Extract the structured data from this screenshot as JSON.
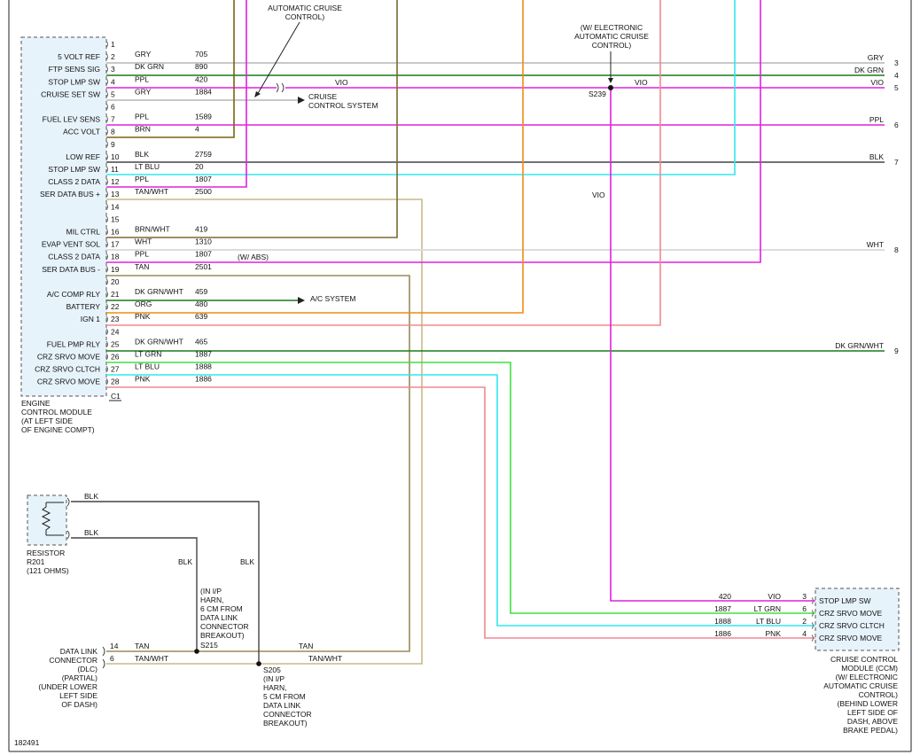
{
  "top_labels": {
    "acc_top": [
      "AUTOMATIC CRUISE",
      "CONTROL)"
    ],
    "electronic_top": [
      "(W/ ELECTRONIC",
      "AUTOMATIC CRUISE",
      "CONTROL)"
    ]
  },
  "ecm": {
    "pins": [
      {
        "n": "1",
        "func": "",
        "color": "",
        "circuit": ""
      },
      {
        "n": "2",
        "func": "5 VOLT REF",
        "color": "GRY",
        "circuit": "705"
      },
      {
        "n": "3",
        "func": "FTP SENS SIG",
        "color": "DK GRN",
        "circuit": "890"
      },
      {
        "n": "4",
        "func": "STOP LMP SW",
        "color": "PPL",
        "circuit": "420"
      },
      {
        "n": "5",
        "func": "CRUISE SET SW",
        "color": "GRY",
        "circuit": "1884"
      },
      {
        "n": "6",
        "func": "",
        "color": "",
        "circuit": ""
      },
      {
        "n": "7",
        "func": "FUEL LEV SENS",
        "color": "PPL",
        "circuit": "1589"
      },
      {
        "n": "8",
        "func": "ACC VOLT",
        "color": "BRN",
        "circuit": "4"
      },
      {
        "n": "9",
        "func": "",
        "color": "",
        "circuit": ""
      },
      {
        "n": "10",
        "func": "LOW REF",
        "color": "BLK",
        "circuit": "2759"
      },
      {
        "n": "11",
        "func": "STOP LMP SW",
        "color": "LT BLU",
        "circuit": "20"
      },
      {
        "n": "12",
        "func": "CLASS 2 DATA",
        "color": "PPL",
        "circuit": "1807"
      },
      {
        "n": "13",
        "func": "SER DATA BUS +",
        "color": "TAN/WHT",
        "circuit": "2500"
      },
      {
        "n": "14",
        "func": "",
        "color": "",
        "circuit": ""
      },
      {
        "n": "15",
        "func": "",
        "color": "",
        "circuit": ""
      },
      {
        "n": "16",
        "func": "MIL CTRL",
        "color": "BRN/WHT",
        "circuit": "419"
      },
      {
        "n": "17",
        "func": "EVAP VENT SOL",
        "color": "WHT",
        "circuit": "1310"
      },
      {
        "n": "18",
        "func": "CLASS 2 DATA",
        "color": "PPL",
        "circuit": "1807"
      },
      {
        "n": "19",
        "func": "SER DATA BUS -",
        "color": "TAN",
        "circuit": "2501"
      },
      {
        "n": "20",
        "func": "",
        "color": "",
        "circuit": ""
      },
      {
        "n": "21",
        "func": "A/C COMP RLY",
        "color": "DK GRN/WHT",
        "circuit": "459"
      },
      {
        "n": "22",
        "func": "BATTERY",
        "color": "ORG",
        "circuit": "480"
      },
      {
        "n": "23",
        "func": "IGN 1",
        "color": "PNK",
        "circuit": "639"
      },
      {
        "n": "24",
        "func": "",
        "color": "",
        "circuit": ""
      },
      {
        "n": "25",
        "func": "FUEL PMP RLY",
        "color": "DK GRN/WHT",
        "circuit": "465"
      },
      {
        "n": "26",
        "func": "CRZ SRVO MOVE",
        "color": "LT GRN",
        "circuit": "1887"
      },
      {
        "n": "27",
        "func": "CRZ SRVO CLTCH",
        "color": "LT BLU",
        "circuit": "1888"
      },
      {
        "n": "28",
        "func": "CRZ SRVO MOVE",
        "color": "PNK",
        "circuit": "1886"
      }
    ],
    "connector": "C1",
    "label": [
      "ENGINE",
      "CONTROL MODULE",
      "(AT LEFT SIDE",
      "OF ENGINE COMPT)"
    ]
  },
  "arrows": {
    "cruise": [
      "CRUISE",
      "CONTROL SYSTEM"
    ],
    "ac": "A/C SYSTEM"
  },
  "vio_labels": [
    "VIO",
    "VIO",
    "VIO"
  ],
  "s239": "S239",
  "w_abs": "(W/ ABS)",
  "right_wires": [
    {
      "color": "GRY",
      "ref": "3"
    },
    {
      "color": "DK GRN",
      "ref": "4"
    },
    {
      "color": "VIO",
      "ref": "5"
    },
    {
      "color": "PPL",
      "ref": "6"
    },
    {
      "color": "BLK",
      "ref": "7"
    },
    {
      "color": "WHT",
      "ref": "8"
    },
    {
      "color": "DK GRN/WHT",
      "ref": "9"
    }
  ],
  "resistor": {
    "label": [
      "RESISTOR",
      "R201",
      "(121 OHMS)"
    ],
    "wires": [
      "BLK",
      "BLK",
      "BLK",
      "BLK"
    ]
  },
  "s215": {
    "label": [
      "(IN I/P",
      "HARN,",
      "6 CM FROM",
      "DATA LINK",
      "CONNECTOR",
      "BREAKOUT)"
    ],
    "name": "S215"
  },
  "s205": {
    "name": "S205",
    "label": [
      "(IN I/P",
      "HARN,",
      "5 CM FROM",
      "DATA LINK",
      "CONNECTOR",
      "BREAKOUT)"
    ]
  },
  "dlc": {
    "pins": [
      {
        "n": "14",
        "color": "TAN"
      },
      {
        "n": "6",
        "color": "TAN/WHT"
      }
    ],
    "wire_right": [
      "TAN",
      "TAN/WHT"
    ],
    "label": [
      "DATA LINK",
      "CONNECTOR",
      "(DLC)",
      "(PARTIAL)",
      "(UNDER LOWER",
      "LEFT SIDE",
      "OF DASH)"
    ]
  },
  "ccm": {
    "pins": [
      {
        "n": "3",
        "func": "STOP LMP SW",
        "color": "VIO",
        "circuit": "420"
      },
      {
        "n": "6",
        "func": "CRZ SRVO MOVE",
        "color": "LT GRN",
        "circuit": "1887"
      },
      {
        "n": "2",
        "func": "CRZ SRVO CLTCH",
        "color": "LT BLU",
        "circuit": "1888"
      },
      {
        "n": "4",
        "func": "CRZ SRVO MOVE",
        "color": "PNK",
        "circuit": "1886"
      }
    ],
    "label": [
      "CRUISE CONTROL",
      "MODULE (CCM)",
      "(W/ ELECTRONIC",
      "AUTOMATIC CRUISE",
      "CONTROL)",
      "(BEHIND LOWER",
      "LEFT SIDE OF",
      "DASH, ABOVE",
      "BRAKE PEDAL)"
    ]
  },
  "figure_id": "182491",
  "colors": {
    "gry": "#c8c8c8",
    "dkgrn": "#1a7a1a",
    "vio": "#e020e0",
    "brn": "#7a6410",
    "blk": "#444444",
    "ltblu": "#30e8f0",
    "tan": "#9b8a5a",
    "tanwht": "#c8b88a",
    "brnwht": "#7a6a30",
    "wht": "#dcdcdc",
    "org": "#f08c10",
    "pnk": "#f08890",
    "ltgrn": "#40e040",
    "ecm_fill": "#e6f3fb"
  }
}
